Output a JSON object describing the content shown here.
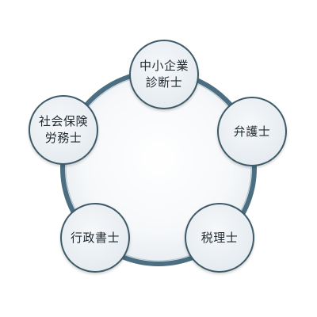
{
  "diagram": {
    "nodes": [
      {
        "label": "中小企業\n診断士"
      },
      {
        "label": "弁護士"
      },
      {
        "label": "税理士"
      },
      {
        "label": "行政書士"
      },
      {
        "label": "社会保険\n労務士"
      }
    ],
    "colors": {
      "ring": "#4b6f80",
      "ring_fill": "#f7f9fb",
      "node_border": "#3d5a68",
      "node_fill": "#e9eef2",
      "text": "#1f2a30"
    }
  }
}
